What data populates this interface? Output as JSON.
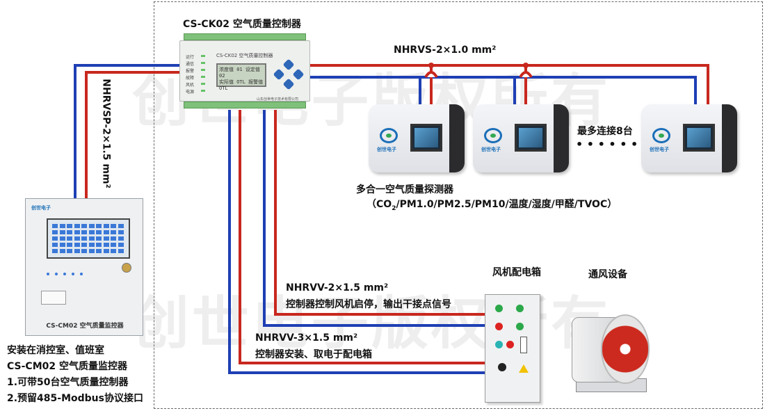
{
  "watermark": {
    "text": "创世电子版权所有"
  },
  "controller": {
    "title": "CS-CK02 空气质量控制器",
    "panel_title": "CS-CK02 空气质量控制器",
    "lcd_lines": [
      "浓度值 01  设定值 02",
      "实际值 OTL  报警值 OTL"
    ],
    "led_labels": [
      "运行",
      "通信",
      "报警",
      "故障",
      "风机",
      "电源"
    ],
    "footer": "山东创世电子技术有限公司"
  },
  "bus": {
    "label": "NHRVS-2×1.0 mm²"
  },
  "vertical_bus": {
    "label": "NHRVSP-2×1.5 mm²"
  },
  "detectors": {
    "brand": "创世电子",
    "more_label": "最多连接8台",
    "dots": "• • • • • •",
    "caption_line1": "多合一空气质量探测器",
    "caption_line2_prefix": "（CO",
    "caption_line2_sub": "2",
    "caption_line2_suffix": "/PM1.0/PM2.5/PM10/温度/湿度/甲醛/TVOC）"
  },
  "fanbox": {
    "title": "风机配电箱"
  },
  "fan": {
    "title": "通风设备"
  },
  "wire_control": {
    "label": "NHRVV-2×1.5 mm²",
    "desc": "控制器控制风机启停，输出干接点信号"
  },
  "wire_power": {
    "label": "NHRVV-3×1.5 mm²",
    "desc": "控制器安装、取电于配电箱"
  },
  "monitor": {
    "brand": "创世电子",
    "panel_label": "CS-CM02 空气质量监控器",
    "notes": [
      "安装在消控室、值班室",
      "CS-CM02 空气质量监控器",
      "1.可带50台空气质量控制器",
      "2.预留485-Modbus协议接口"
    ]
  },
  "colors": {
    "red_wire": "#c8281e",
    "blue_wire": "#1e3fb4"
  }
}
